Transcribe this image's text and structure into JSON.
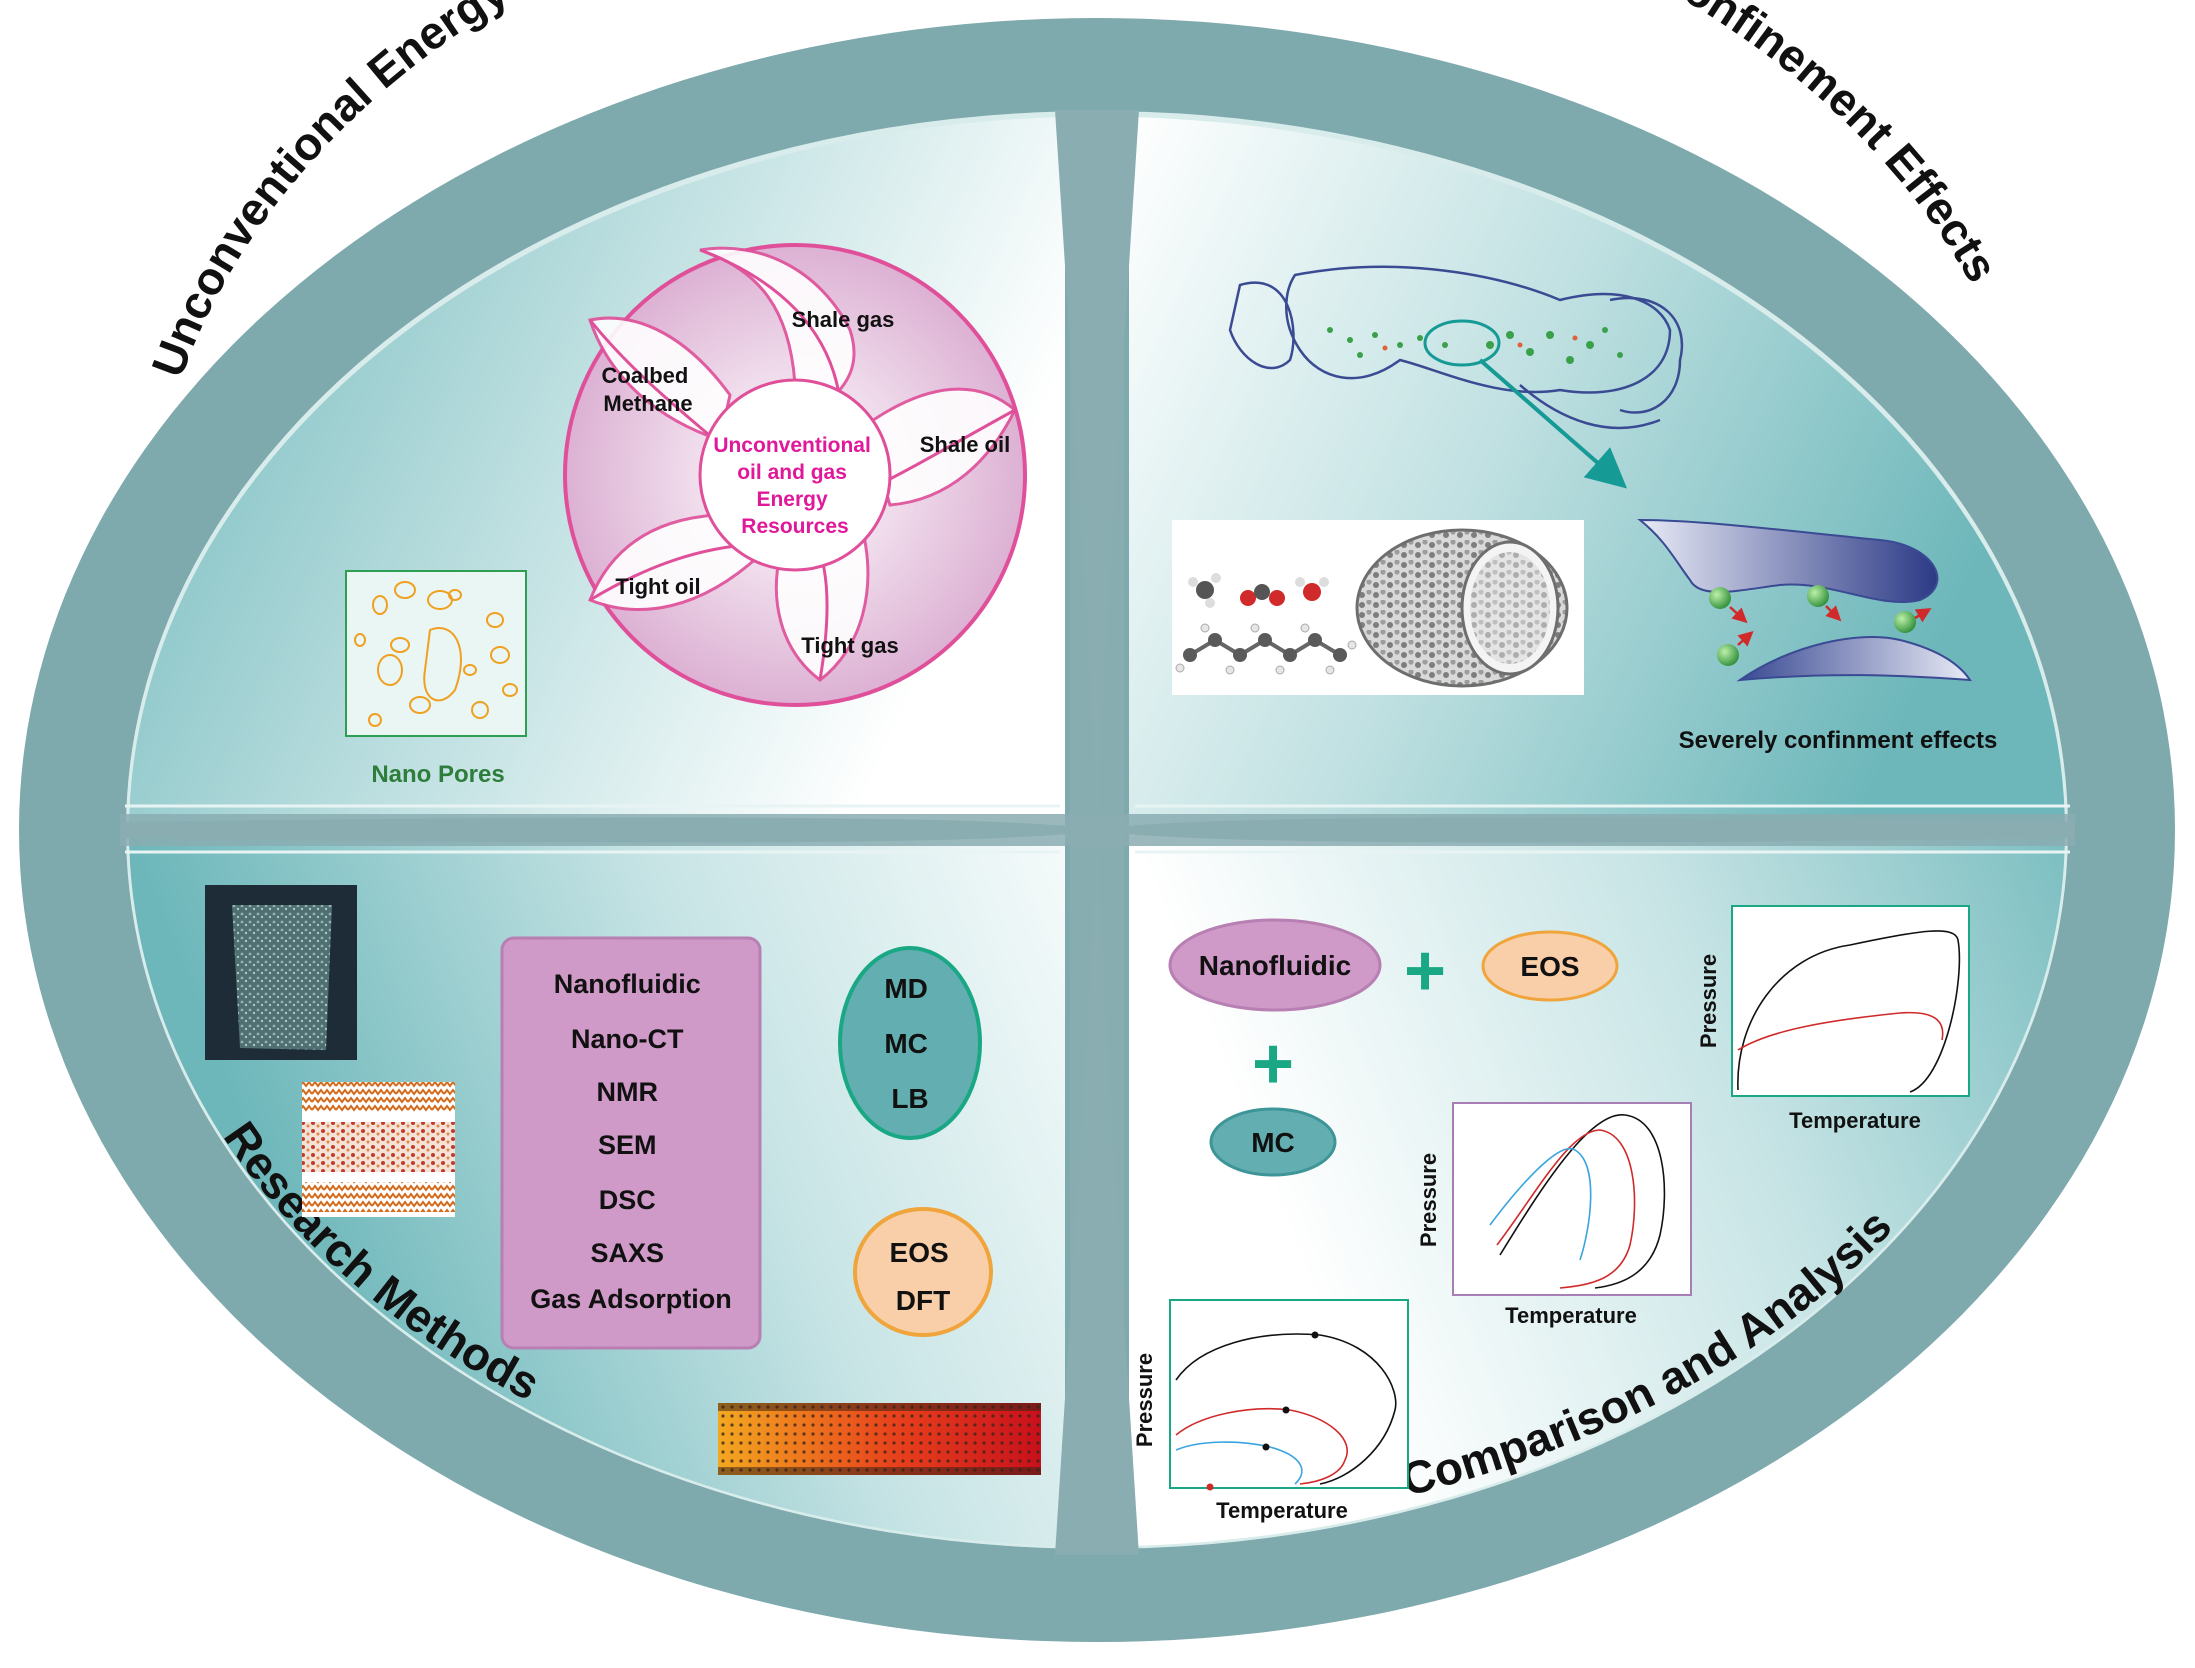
{
  "colors": {
    "ring": "#7ea9ad",
    "panel_dark": "#6fb5b8",
    "panel_light": "#ffffff",
    "divider": "#8aadb1",
    "pink": "#e0509a",
    "mauve": "#cf99c8",
    "teal_ellipse": "#62aeb0",
    "teal_border": "#1aa784",
    "peach": "#f9cfaa",
    "orange_border": "#f0a43c",
    "green_label": "#2e7d3a",
    "navy": "#3a4a93"
  },
  "quadrant_titles": {
    "top_left": "Unconventional Energy Resources",
    "top_right": "Nano-Confinement Effects",
    "bottom_left": "Research Methods",
    "bottom_right": "Comparison and Analysis"
  },
  "resource_wheel": {
    "center_label": [
      "Unconventional",
      "oil and gas",
      "Energy",
      "Resources"
    ],
    "segments": {
      "shale_gas": "Shale gas",
      "coalbed_methane": [
        "Coalbed",
        "Methane"
      ],
      "shale_oil": "Shale oil",
      "tight_oil": "Tight oil",
      "tight_gas": "Tight gas"
    }
  },
  "nano_pores": {
    "label": "Nano Pores"
  },
  "confinement": {
    "caption": "Severely confinment effects"
  },
  "methods": {
    "experimental": [
      "Nanofluidic",
      "Nano-CT",
      "NMR",
      "SEM",
      "DSC",
      "SAXS",
      "Gas Adsorption"
    ],
    "simulation": [
      "MD",
      "MC",
      "LB"
    ],
    "theory": [
      "EOS",
      "DFT"
    ]
  },
  "comparison": {
    "nanofluidic": "Nanofluidic",
    "eos": "EOS",
    "mc": "MC",
    "plus_symbol": "+",
    "chart_labels": {
      "ylabel": "Pressure",
      "xlabel": "Temperature"
    }
  }
}
